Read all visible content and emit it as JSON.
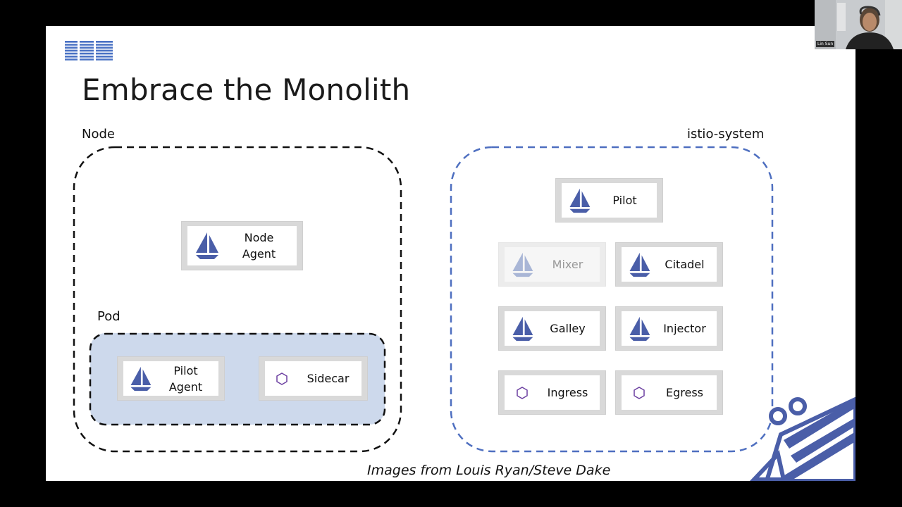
{
  "slide": {
    "logo_text": "IBM",
    "title": "Embrace the Monolith",
    "caption": "Images from Louis Ryan/Steve Dake"
  },
  "regions": {
    "node_label": "Node",
    "pod_label": "Pod",
    "istio_label": "istio-system"
  },
  "components": {
    "node_agent": [
      "Node",
      "Agent"
    ],
    "pilot_agent": [
      "Pilot",
      "Agent"
    ],
    "sidecar": "Sidecar",
    "pilot": "Pilot",
    "mixer": "Mixer",
    "citadel": "Citadel",
    "galley": "Galley",
    "injector": "Injector",
    "ingress": "Ingress",
    "egress": "Egress"
  },
  "colors": {
    "istio_blue": "#4a5ea8",
    "dash_blue": "#4e6fc0",
    "pod_fill": "#cdd9ec",
    "envoy_purple": "#6b3fa0"
  },
  "icons": {
    "istio": "sailboat-icon",
    "envoy": "hexagon-icon"
  },
  "webcam": {
    "name": "Lin Sun"
  }
}
